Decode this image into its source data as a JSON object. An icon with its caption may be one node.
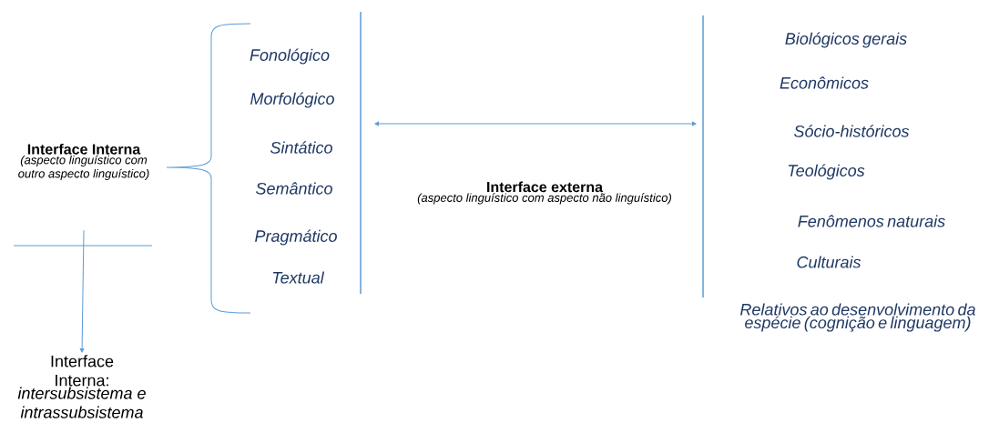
{
  "diagram": {
    "nodes": [
      {
        "text": [
          "Interface Interna",
          "(aspecto linguístico com outro aspecto linguístico)"
        ]
      },
      {
        "text": [
          "Interface Interna:",
          "intersubsistema e intrassubsistema"
        ]
      },
      {
        "text": [],
        "shape": "bar"
      },
      {
        "text": [],
        "shape": "bar"
      },
      {
        "text": [
          "Interface externa",
          "(aspecto linguístico com aspecto não linguístico)"
        ]
      }
    ],
    "edges": [
      {
        "from": 0,
        "to": 1,
        "arrow": "to"
      },
      {
        "from": 2,
        "to": 3,
        "arrow": "both"
      }
    ],
    "labels": [
      "Fonológico",
      "Morfológico",
      "Sintático",
      "Semântico",
      "Pragmático",
      "Textual",
      "Biológicos gerais",
      "Econômicos",
      "Sócio-históricos",
      "Teológicos",
      "Fenômenos naturais",
      "Culturais",
      "Relativos ao desenvolvimento da espécie (cognição e linguagem)"
    ]
  }
}
